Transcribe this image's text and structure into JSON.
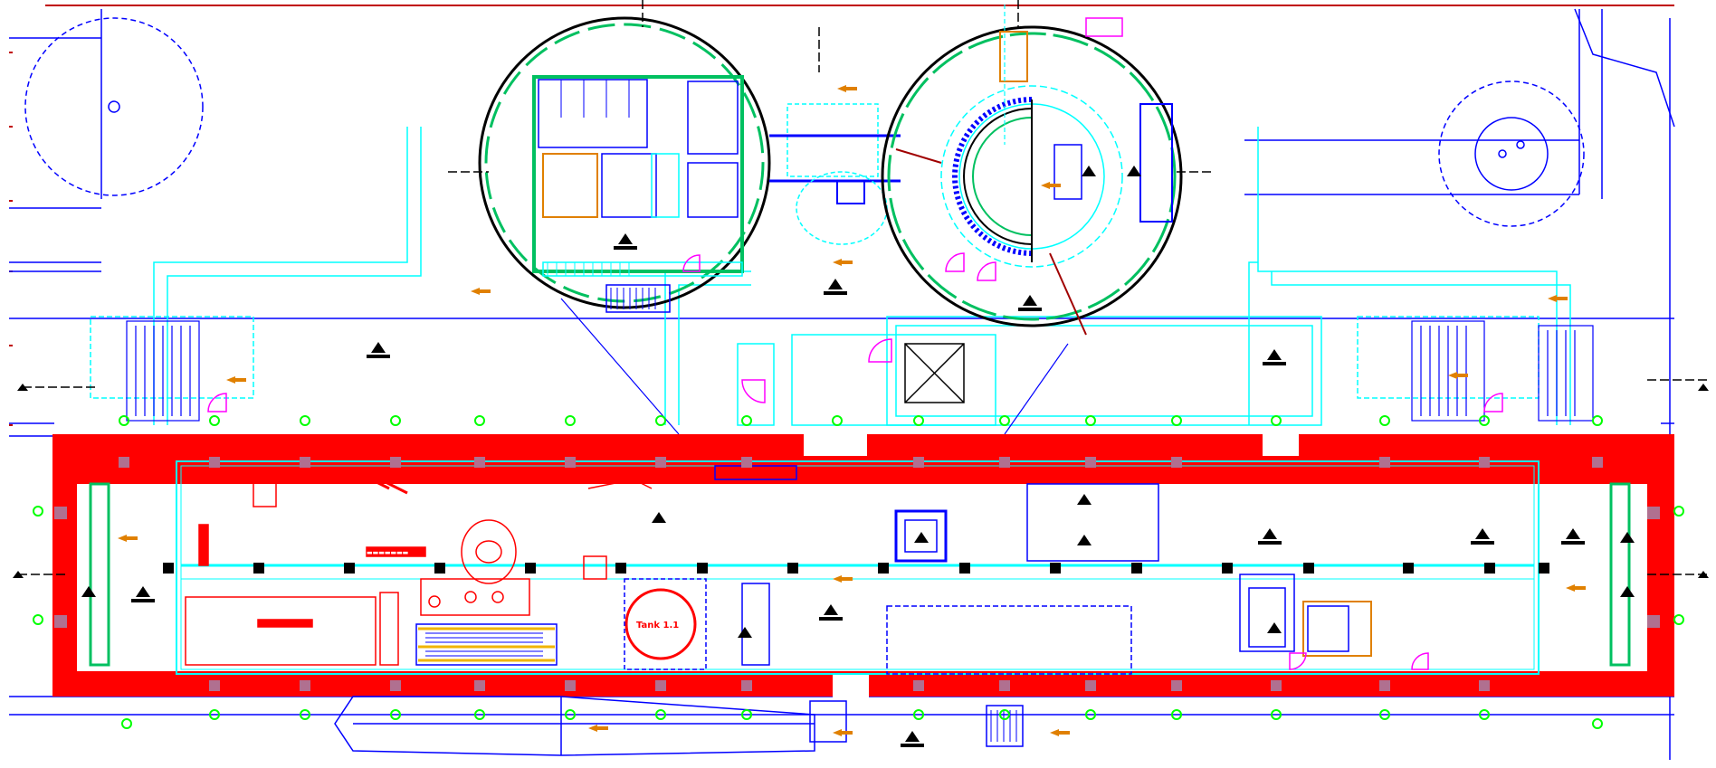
{
  "drawing": {
    "type": "cad-floor-plan",
    "colors": {
      "background": "#ffffff",
      "wall": "#ff0000",
      "outline": "#0000ff",
      "cyan": "#00ffff",
      "green": "#00c060",
      "sprinkler": "#00ff00",
      "magenta": "#ff00ff",
      "mauve": "#b07090",
      "orange": "#e08000",
      "yellow": "#f0b400",
      "black": "#000000",
      "dark_red": "#a00000"
    },
    "labels": {
      "red_circle_text": "Tank 1.1",
      "red_box_text": "▬▬▬▬▬▬▬",
      "small_box_text": "▬▬▬▬"
    },
    "elements": {
      "rotunda_left": "circular-rotunda-left",
      "rotunda_right": "circular-rotunda-right",
      "main_hall": "main-hall",
      "stair_left": "stair-left",
      "stair_right": "stair-right",
      "ramp": "ramp-south"
    }
  }
}
